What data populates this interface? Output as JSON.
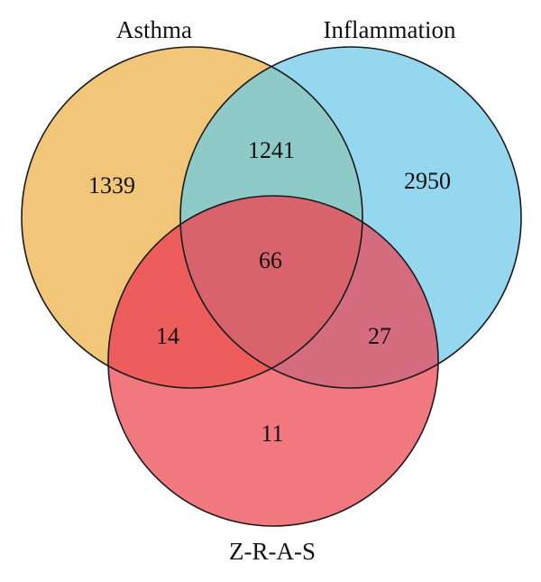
{
  "sets": {
    "asthma": {
      "label": "Asthma",
      "color": "#f2c679"
    },
    "inflammation": {
      "label": "Inflammation",
      "color": "#94d7ef"
    },
    "zras": {
      "label": "Z-R-A-S",
      "color": "#f2787f"
    }
  },
  "overlap_colors": {
    "asthma_inflammation": "#8ecbc8",
    "asthma_zras": "#ed5d5b",
    "inflammation_zras": "#d56b7f",
    "all": "#d8636c"
  },
  "regions": {
    "asthma_only": "1339",
    "inflammation_only": "2950",
    "zras_only": "11",
    "asthma_inflammation": "1241",
    "asthma_zras": "14",
    "inflammation_zras": "27",
    "all_three": "66"
  }
}
